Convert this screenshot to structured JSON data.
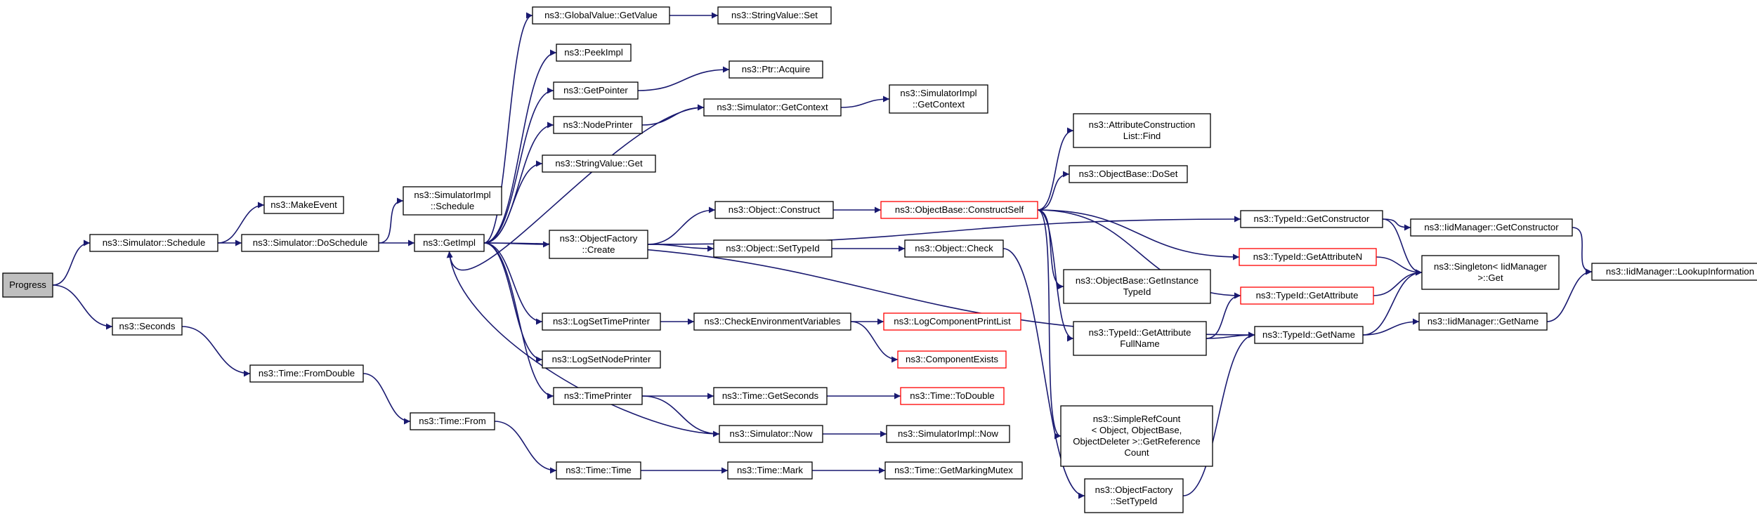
{
  "colors": {
    "edge": "#191970",
    "root_fill": "#bfbfbf",
    "red_border": "#ff0000",
    "border": "#000000"
  },
  "nodes": [
    {
      "id": "progress",
      "lines": [
        "Progress"
      ],
      "style": "root"
    },
    {
      "id": "sim_schedule",
      "lines": [
        "ns3::Simulator::Schedule"
      ],
      "style": "normal"
    },
    {
      "id": "seconds",
      "lines": [
        "ns3::Seconds"
      ],
      "style": "normal"
    },
    {
      "id": "makeevent",
      "lines": [
        "ns3::MakeEvent"
      ],
      "style": "normal"
    },
    {
      "id": "sim_doschedule",
      "lines": [
        "ns3::Simulator::DoSchedule"
      ],
      "style": "normal"
    },
    {
      "id": "time_fromdouble",
      "lines": [
        "ns3::Time::FromDouble"
      ],
      "style": "normal"
    },
    {
      "id": "simimpl_schedule",
      "lines": [
        "ns3::SimulatorImpl",
        "::Schedule"
      ],
      "style": "normal"
    },
    {
      "id": "getimpl",
      "lines": [
        "ns3::GetImpl"
      ],
      "style": "normal"
    },
    {
      "id": "time_from",
      "lines": [
        "ns3::Time::From"
      ],
      "style": "normal"
    },
    {
      "id": "gv_getvalue",
      "lines": [
        "ns3::GlobalValue::GetValue"
      ],
      "style": "normal"
    },
    {
      "id": "peekimpl",
      "lines": [
        "ns3::PeekImpl"
      ],
      "style": "normal"
    },
    {
      "id": "getpointer",
      "lines": [
        "ns3::GetPointer"
      ],
      "style": "normal"
    },
    {
      "id": "nodeprinter",
      "lines": [
        "ns3::NodePrinter"
      ],
      "style": "normal"
    },
    {
      "id": "sv_get",
      "lines": [
        "ns3::StringValue::Get"
      ],
      "style": "normal"
    },
    {
      "id": "of_create",
      "lines": [
        "ns3::ObjectFactory",
        "::Create"
      ],
      "style": "normal"
    },
    {
      "id": "logsettimeprinter",
      "lines": [
        "ns3::LogSetTimePrinter"
      ],
      "style": "normal"
    },
    {
      "id": "logsetnodeprinter",
      "lines": [
        "ns3::LogSetNodePrinter"
      ],
      "style": "normal"
    },
    {
      "id": "timeprinter",
      "lines": [
        "ns3::TimePrinter"
      ],
      "style": "normal"
    },
    {
      "id": "time_time",
      "lines": [
        "ns3::Time::Time"
      ],
      "style": "normal"
    },
    {
      "id": "sv_set",
      "lines": [
        "ns3::StringValue::Set"
      ],
      "style": "normal"
    },
    {
      "id": "ptr_acquire",
      "lines": [
        "ns3::Ptr::Acquire"
      ],
      "style": "normal"
    },
    {
      "id": "sim_getcontext",
      "lines": [
        "ns3::Simulator::GetContext"
      ],
      "style": "normal"
    },
    {
      "id": "obj_construct",
      "lines": [
        "ns3::Object::Construct"
      ],
      "style": "normal"
    },
    {
      "id": "obj_settypeid",
      "lines": [
        "ns3::Object::SetTypeId"
      ],
      "style": "normal"
    },
    {
      "id": "checkenv",
      "lines": [
        "ns3::CheckEnvironmentVariables"
      ],
      "style": "normal"
    },
    {
      "id": "time_getseconds",
      "lines": [
        "ns3::Time::GetSeconds"
      ],
      "style": "normal"
    },
    {
      "id": "sim_now",
      "lines": [
        "ns3::Simulator::Now"
      ],
      "style": "normal"
    },
    {
      "id": "time_mark",
      "lines": [
        "ns3::Time::Mark"
      ],
      "style": "normal"
    },
    {
      "id": "simimpl_getcontext",
      "lines": [
        "ns3::SimulatorImpl",
        "::GetContext"
      ],
      "style": "normal"
    },
    {
      "id": "obj_check",
      "lines": [
        "ns3::Object::Check"
      ],
      "style": "normal"
    },
    {
      "id": "logcompprintlist",
      "lines": [
        "ns3::LogComponentPrintList"
      ],
      "style": "red"
    },
    {
      "id": "compexists",
      "lines": [
        "ns3::ComponentExists"
      ],
      "style": "red"
    },
    {
      "id": "time_todouble",
      "lines": [
        "ns3::Time::ToDouble"
      ],
      "style": "red"
    },
    {
      "id": "simimpl_now",
      "lines": [
        "ns3::SimulatorImpl::Now"
      ],
      "style": "normal"
    },
    {
      "id": "time_getmarkingmutex",
      "lines": [
        "ns3::Time::GetMarkingMutex"
      ],
      "style": "normal"
    },
    {
      "id": "ob_constructself",
      "lines": [
        "ns3::ObjectBase::ConstructSelf"
      ],
      "style": "red"
    },
    {
      "id": "acl_find",
      "lines": [
        "ns3::AttributeConstruction",
        "List::Find"
      ],
      "style": "normal"
    },
    {
      "id": "ob_doset",
      "lines": [
        "ns3::ObjectBase::DoSet"
      ],
      "style": "normal"
    },
    {
      "id": "ob_getinstancetypeid",
      "lines": [
        "ns3::ObjectBase::GetInstance",
        "TypeId"
      ],
      "style": "normal"
    },
    {
      "id": "tid_getattributefullname",
      "lines": [
        "ns3::TypeId::GetAttribute",
        "FullName"
      ],
      "style": "normal"
    },
    {
      "id": "simplerefcount",
      "lines": [
        "ns3::SimpleRefCount",
        "< Object, ObjectBase,",
        "ObjectDeleter >::GetReference",
        "Count"
      ],
      "style": "normal"
    },
    {
      "id": "of_settypeid",
      "lines": [
        "ns3::ObjectFactory",
        "::SetTypeId"
      ],
      "style": "normal"
    },
    {
      "id": "tid_getconstructor",
      "lines": [
        "ns3::TypeId::GetConstructor"
      ],
      "style": "normal"
    },
    {
      "id": "tid_getattributen",
      "lines": [
        "ns3::TypeId::GetAttributeN"
      ],
      "style": "red"
    },
    {
      "id": "tid_getattribute",
      "lines": [
        "ns3::TypeId::GetAttribute"
      ],
      "style": "red"
    },
    {
      "id": "tid_getname",
      "lines": [
        "ns3::TypeId::GetName"
      ],
      "style": "normal"
    },
    {
      "id": "iid_getconstructor",
      "lines": [
        "ns3::IidManager::GetConstructor"
      ],
      "style": "normal"
    },
    {
      "id": "singleton_get",
      "lines": [
        "ns3::Singleton< IidManager",
        ">::Get"
      ],
      "style": "normal"
    },
    {
      "id": "iid_getname",
      "lines": [
        "ns3::IidManager::GetName"
      ],
      "style": "normal"
    },
    {
      "id": "iid_lookupinfo",
      "lines": [
        "ns3::IidManager::LookupInformation"
      ],
      "style": "normal"
    }
  ]
}
